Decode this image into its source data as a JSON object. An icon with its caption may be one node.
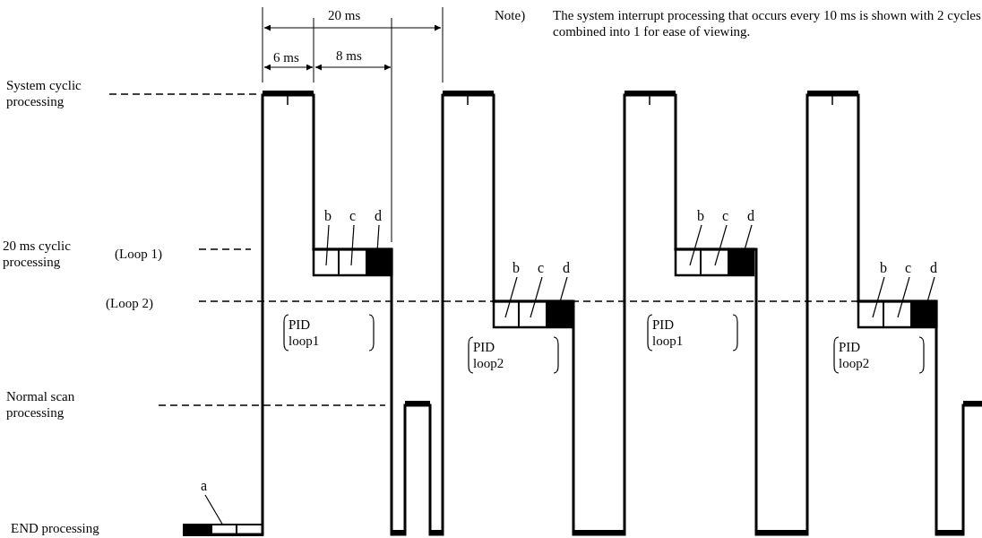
{
  "diagram": {
    "nodes": [
      {
        "text": [
          "a"
        ]
      },
      {
        "text": [
          "b"
        ]
      },
      {
        "text": [
          "c"
        ]
      },
      {
        "text": [
          "d"
        ]
      },
      {
        "text": [
          "b"
        ]
      },
      {
        "text": [
          "c"
        ]
      },
      {
        "text": [
          "d"
        ]
      },
      {
        "text": [
          "b"
        ]
      },
      {
        "text": [
          "c"
        ]
      },
      {
        "text": [
          "d"
        ]
      },
      {
        "text": [
          "b"
        ]
      },
      {
        "text": [
          "c"
        ]
      },
      {
        "text": [
          "d"
        ]
      }
    ],
    "edges": [
      {
        "from": 0,
        "to": null,
        "arrow": "none"
      },
      {
        "from": 1,
        "to": null,
        "arrow": "none"
      },
      {
        "from": 2,
        "to": null,
        "arrow": "none"
      },
      {
        "from": 3,
        "to": null,
        "arrow": "none"
      },
      {
        "from": 4,
        "to": null,
        "arrow": "none"
      },
      {
        "from": 5,
        "to": null,
        "arrow": "none"
      },
      {
        "from": 6,
        "to": null,
        "arrow": "none"
      },
      {
        "from": 7,
        "to": null,
        "arrow": "none"
      },
      {
        "from": 8,
        "to": null,
        "arrow": "none"
      },
      {
        "from": 9,
        "to": null,
        "arrow": "none"
      },
      {
        "from": 10,
        "to": null,
        "arrow": "none"
      },
      {
        "from": 11,
        "to": null,
        "arrow": "none"
      },
      {
        "from": 12,
        "to": null,
        "arrow": "none"
      }
    ],
    "labels": [
      "20 ms",
      "Note)",
      "The system interrupt processing that occurs every 10 ms is shown with 2 cycles combined into 1 for ease of viewing.",
      "6 ms",
      "8 ms",
      "System cyclic processing",
      "20 ms cyclic processing",
      "(Loop 1)",
      "(Loop 2)",
      "PID loop1",
      "PID loop2",
      "PID loop1",
      "PID loop2",
      "Normal scan processing",
      "END processing"
    ]
  }
}
